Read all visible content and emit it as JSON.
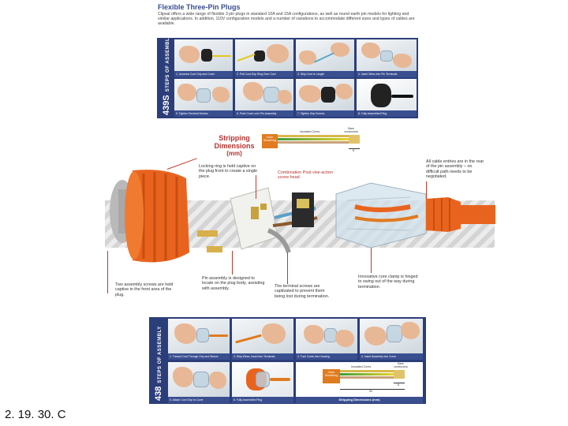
{
  "document": {
    "title": "Flexible Three-Pin Plugs",
    "intro": "Clipsal offers a wide range of flexible 3 pin plugs in standard 10A and 15A configurations, as well as round earth pin models for lighting and similar applications. In addition, 110V configuration models and a number of variations to accommodate different sizes and types of cables are available."
  },
  "assembly_top": {
    "model": "439S",
    "label": "STEPS OF ASSEMBLY",
    "steps": [
      "1. Unscrew Cord Grip and Cover",
      "2. Pull Cord Grip Ring Over Cord",
      "3. Strip Cord to Length",
      "4. Insert Wires into Pin Terminals",
      "5. Tighten Terminal Screws",
      "6. Push Cover over Pin Assembly",
      "7. Tighten Grip Screws",
      "8. Fully Assembled Plug"
    ]
  },
  "stripping_top": {
    "title": "Stripping Dimensions",
    "unit": "(mm)",
    "insulated_cores": "Insulated Cores",
    "bare_conductors": "Bare conductors",
    "outer_sheathing": "Outer Sheathing",
    "dim": "8"
  },
  "annotations": {
    "locking_ring": "Locking ring is held captive on the plug front to create a single piece.",
    "combination_post": "Combination Post vise-action screw head.",
    "cable_entries": "All cable entries are in the rear of the pin assembly – no difficult path needs to be negotiated.",
    "assembly_screws": "Two assembly screws are held captive in the front area of the plug.",
    "pin_assembly": "Pin assembly is designed to locate on the plug body, assisting with assembly.",
    "terminal_screws": "The terminal screws are captivated to prevent them being lost during termination.",
    "core_clamp": "Innovative core clamp is hinged to swing out of the way during termination."
  },
  "assembly_bottom": {
    "model": "438",
    "label": "STEPS OF ASSEMBLY",
    "steps": [
      "1. Thread Cord Through Grip and Sleeve",
      "2. Strip Wires, Insert into Terminals",
      "3. Tuck Cords into Housing",
      "4. Insert Assembly into Cover",
      "5. Attach Cord Grip to Cover",
      "6. Fully Assembled Plug"
    ]
  },
  "stripping_bottom": {
    "title": "Stripping Dimensions (mm)",
    "insulated_cores": "Insulated Cores",
    "bare_conductors": "Bare conductors",
    "outer_sheathing": "Outer Sheathing",
    "dim1": "8",
    "dim2": "50"
  },
  "footer": {
    "code": "2. 19. 30. C"
  },
  "colors": {
    "panel": "#2c3e7a",
    "orange": "#e8641e",
    "title_blue": "#3a4d8f",
    "title_red": "#b5332e"
  }
}
